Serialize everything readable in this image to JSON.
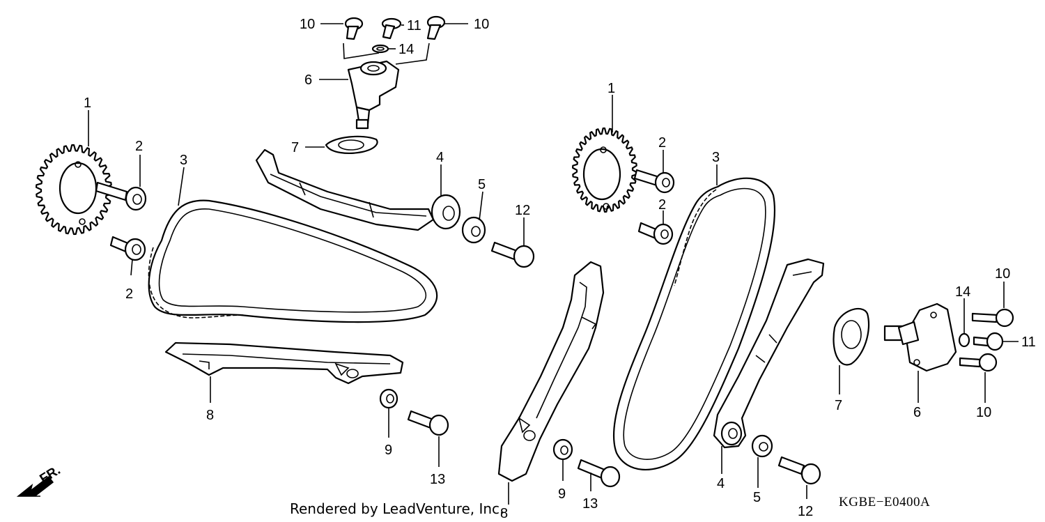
{
  "diagram": {
    "credit": "Rendered by LeadVenture, Inc.",
    "code": "KGBE−E0400A",
    "front_marker": "FR.",
    "callouts": {
      "n1": "1",
      "n2": "2",
      "n3": "3",
      "n4": "4",
      "n5": "5",
      "n6": "6",
      "n7": "7",
      "n8": "8",
      "n9": "9",
      "n10": "10",
      "n11": "11",
      "n12": "12",
      "n13": "13",
      "n14": "14"
    }
  }
}
